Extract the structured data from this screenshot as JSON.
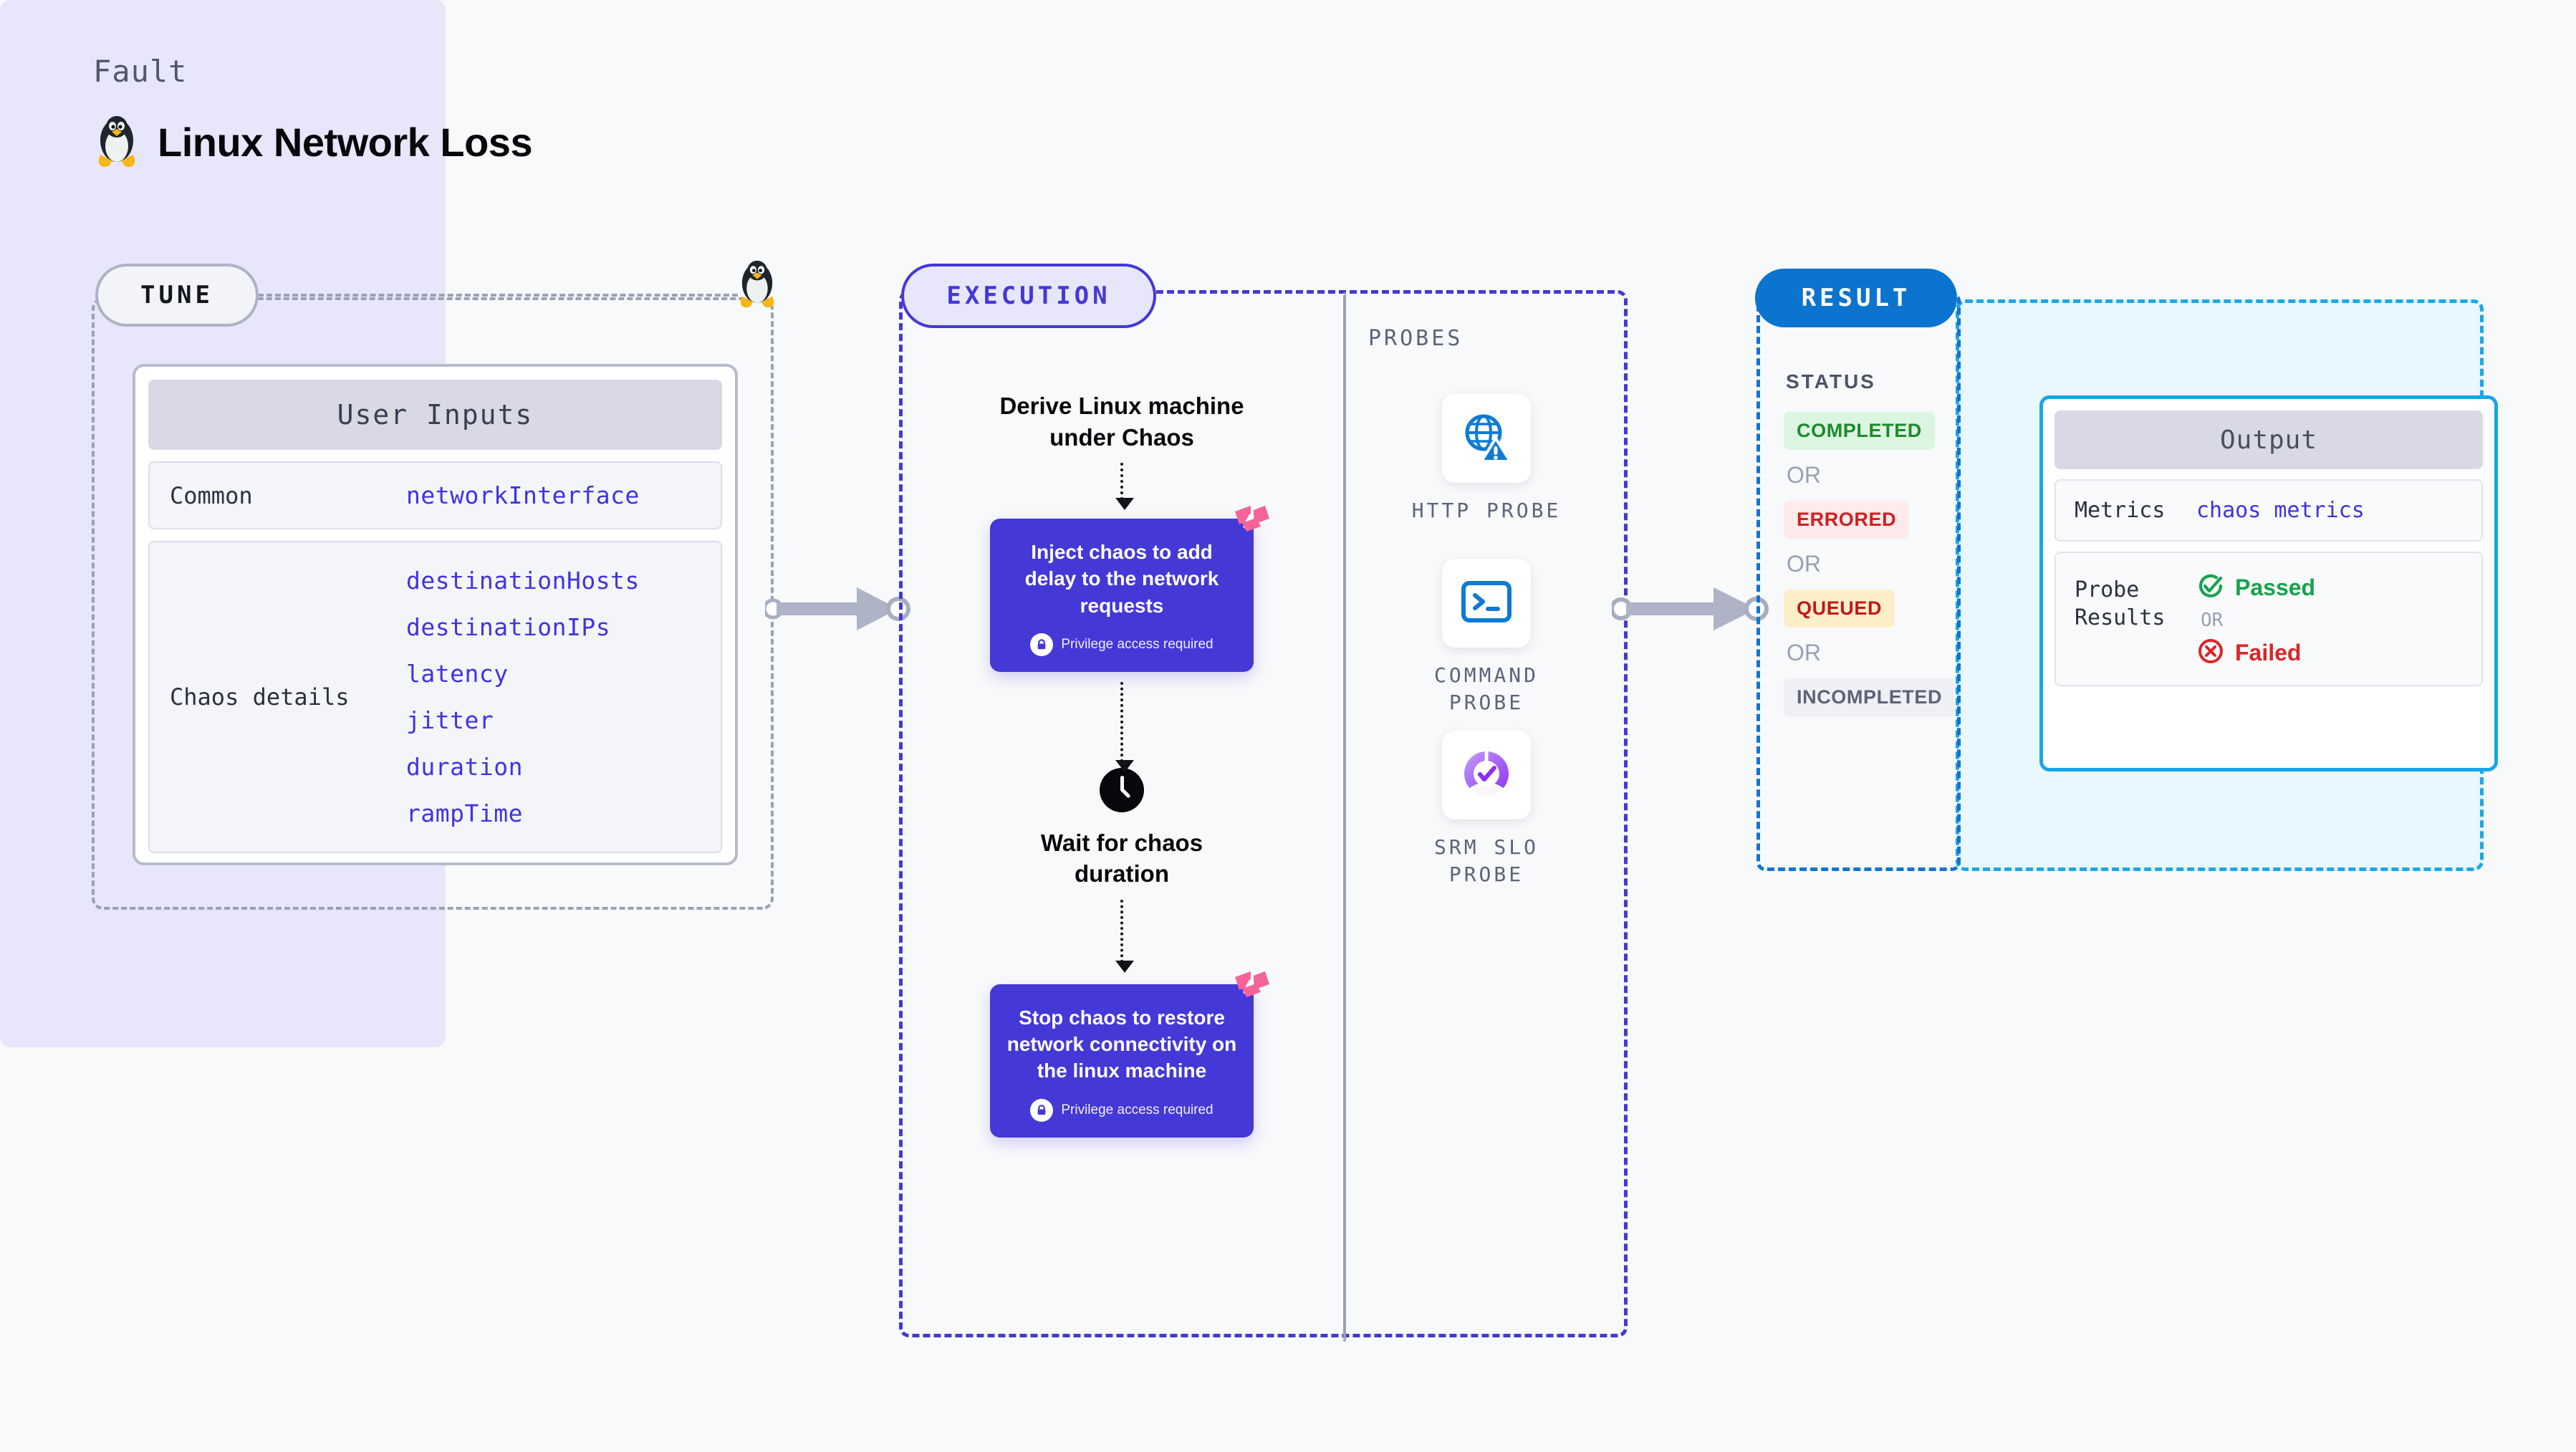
{
  "header": {
    "eyebrow": "Fault",
    "title": "Linux Network Loss",
    "icon": "linux-tux-icon"
  },
  "tune": {
    "badge": "TUNE",
    "card_title": "User Inputs",
    "rows": [
      {
        "label": "Common",
        "values": [
          "networkInterface"
        ]
      },
      {
        "label": "Chaos details",
        "values": [
          "destinationHosts",
          "destinationIPs",
          "latency",
          "jitter",
          "duration",
          "rampTime"
        ]
      }
    ]
  },
  "execution": {
    "badge": "EXECUTION",
    "step1_title": "Derive Linux machine\nunder Chaos",
    "card1": {
      "title": "Inject chaos to add delay to the network requests",
      "note": "Privilege access required",
      "badge_icon": "harness-logo-icon",
      "lock_icon": "lock-icon"
    },
    "wait_title": "Wait for chaos\nduration",
    "wait_icon": "clock-icon",
    "card2": {
      "title": "Stop chaos to restore network connectivity on the linux machine",
      "note": "Privilege access required",
      "badge_icon": "harness-logo-icon",
      "lock_icon": "lock-icon"
    }
  },
  "probes": {
    "label": "PROBES",
    "items": [
      {
        "name": "HTTP PROBE",
        "icon": "globe-warning-icon"
      },
      {
        "name": "COMMAND PROBE",
        "icon": "terminal-icon"
      },
      {
        "name": "SRM SLO PROBE",
        "icon": "slo-donut-check-icon"
      }
    ]
  },
  "result": {
    "badge": "RESULT",
    "status_label": "STATUS",
    "or_label": "OR",
    "statuses": [
      {
        "text": "COMPLETED",
        "bg": "#dcf5e0",
        "fg": "#1d8a2b"
      },
      {
        "text": "ERRORED",
        "bg": "#fdeaea",
        "fg": "#cf2020"
      },
      {
        "text": "QUEUED",
        "bg": "#fcefc8",
        "fg": "#c01818"
      },
      {
        "text": "INCOMPLETED",
        "bg": "#eef0f5",
        "fg": "#5d6379"
      }
    ],
    "output": {
      "title": "Output",
      "metrics_label": "Metrics",
      "metrics_value": "chaos metrics",
      "probe_label": "Probe\nResults",
      "passed": "Passed",
      "failed": "Failed",
      "or_label": "OR",
      "pass_icon": "check-circle-icon",
      "fail_icon": "x-circle-icon"
    }
  },
  "colors": {
    "accent_purple": "#4438d6",
    "accent_blue": "#0a74ce",
    "accent_cyan": "#16a6e8",
    "pink": "#f4649a",
    "background": "#f8f9fb"
  }
}
